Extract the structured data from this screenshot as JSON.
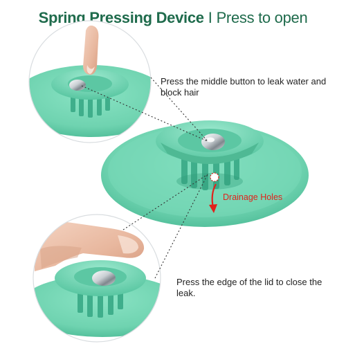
{
  "title": {
    "bold": "Spring Pressing Device",
    "separator": "I",
    "rest": "Press to open"
  },
  "captions": {
    "top": "Press the middle button to leak water and block hair",
    "drainage": "Drainage Holes",
    "bottom": "Press the edge of the lid to close the leak."
  },
  "colors": {
    "title": "#1f6b4c",
    "stopper": "#6fd3b0",
    "stopper_dark": "#3fae8b",
    "arrow": "#e0221c",
    "text": "#222222"
  },
  "icons": {
    "arrow": "curved-arrow-down"
  }
}
